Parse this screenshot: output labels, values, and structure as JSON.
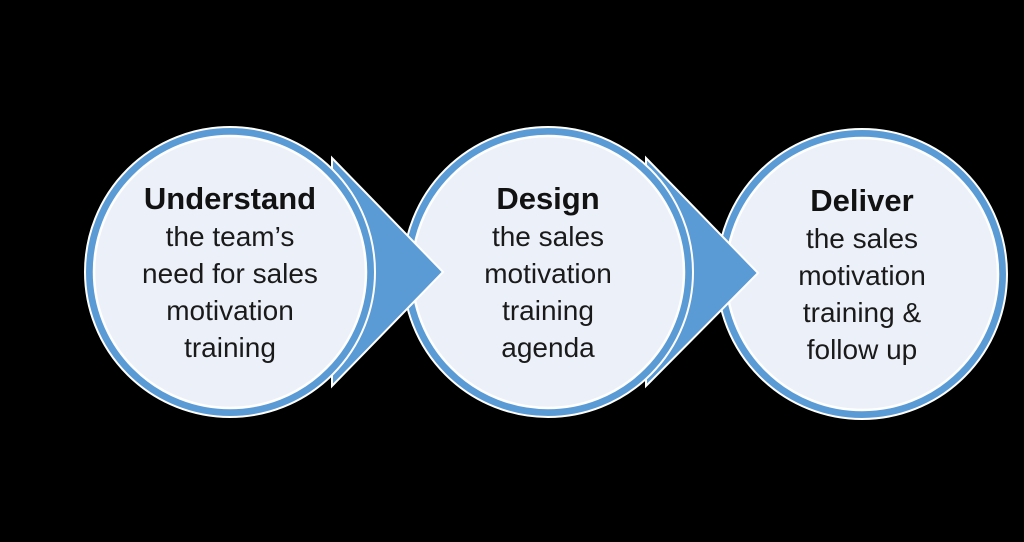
{
  "page": {
    "background": "#000000"
  },
  "colors": {
    "accent_blue": "#5b9bd5",
    "circle_fill": "#ecf1f9",
    "outline_white": "#ffffff",
    "text_dark": "#1a1a1a"
  },
  "diagram": {
    "type": "process-flow",
    "steps": [
      {
        "title": "Understand",
        "lines": [
          "the team’s",
          "need for sales",
          "motivation",
          "training"
        ]
      },
      {
        "title": "Design",
        "lines": [
          "the sales",
          "motivation",
          "training",
          "agenda"
        ]
      },
      {
        "title": "Deliver",
        "lines": [
          "the sales",
          "motivation",
          "training &",
          "follow up"
        ]
      }
    ]
  }
}
